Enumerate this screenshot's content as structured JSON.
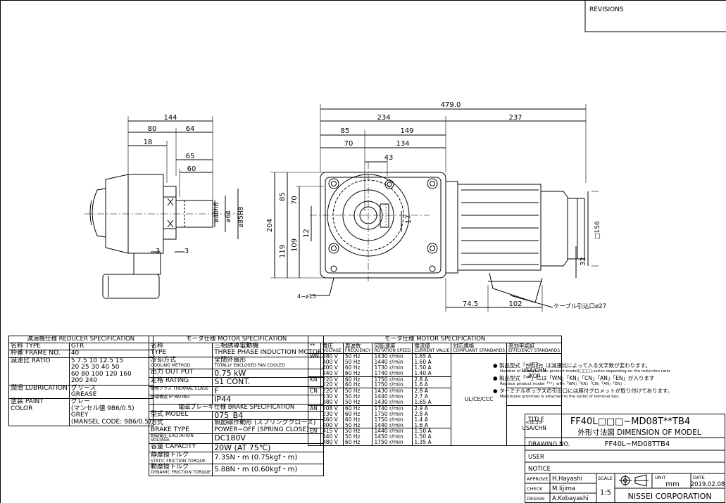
{
  "revisions": {
    "label": "REVISIONS"
  },
  "dims": {
    "overall": "479.0",
    "d234": "234",
    "d237": "237",
    "d85": "85",
    "d149": "149",
    "d70": "70",
    "d134": "134",
    "d43": "43",
    "d144": "144",
    "d80": "80",
    "d64": "64",
    "d18": "18",
    "d65": "65",
    "d60": "60",
    "d40h6": "ø40h6",
    "d64dia": "ø64",
    "d85h8": "ø85H8",
    "d3a": "3",
    "d3b": "3",
    "d204": "204",
    "d85v": "85",
    "d70v": "70",
    "d119": "119",
    "d109": "109",
    "d12": "12",
    "d17": "17",
    "d156": "□156",
    "d32": "32",
    "d74_5": "74.5",
    "d102": "102",
    "holes": "4−ø15",
    "cable": "ケーブル引込口ø27"
  },
  "reducer": {
    "title": "減速機仕様 REDUCER SPECIFICATION",
    "rows": [
      {
        "label": "名称 TYPE",
        "value": [
          "GTR"
        ]
      },
      {
        "label": "枠番 FRAME NO.",
        "value": [
          "40"
        ]
      },
      {
        "label": "減速比 RATIO",
        "value": [
          "5 7.5 10 12.5 15",
          "20 25 30 40 50",
          "60 80 100 120 160",
          "200 240"
        ]
      },
      {
        "label": "潤滑 LUBRICATION",
        "value": [
          "グリース",
          "GREASE"
        ]
      },
      {
        "label": "塗装 PAINT COLOR",
        "value": [
          "グレー",
          "(マンセル値 9B6/0.5)",
          "GREY",
          "(MANSEL CODE: 9B6/0.5)"
        ]
      }
    ]
  },
  "motor": {
    "title": "モータ仕様 MOTOR SPECIFICATION",
    "rows": [
      {
        "label": [
          "名称",
          "TYPE"
        ],
        "value": [
          "三相誘導電動機",
          "THREE PHASE INDUCTION MOTOR"
        ]
      },
      {
        "label": [
          "冷却方式",
          "COOLING METHOD"
        ],
        "value": [
          "全閉外扇形",
          "TOTALLY ENCLOSED FAN COOLED"
        ]
      },
      {
        "label": [
          "出力 OUT PUT"
        ],
        "value": [
          "0.75 kW"
        ]
      },
      {
        "label": [
          "定格 RATING"
        ],
        "value": [
          "S1 CONT."
        ]
      },
      {
        "label": [
          "耐熱クラス THERMAL CLASS"
        ],
        "value": [
          "F"
        ]
      },
      {
        "label": [
          "保護構造 IP RATING"
        ],
        "value": [
          "IP44"
        ]
      }
    ]
  },
  "brake": {
    "title": "電磁ブレーキ仕様 BRAKE SPECIFICATION",
    "rows": [
      {
        "label": [
          "型式 MODEL"
        ],
        "value": [
          "075_B4"
        ]
      },
      {
        "label": [
          "方式",
          "BRAKE TYPE"
        ],
        "value": [
          "無励磁作動形 (スプリングクローズ)",
          "POWER−OFF (SPRING CLOSE)"
        ]
      },
      {
        "label": [
          "励磁電圧 EXCITATION VOLTAGE"
        ],
        "value": [
          "DC180V"
        ]
      },
      {
        "label": [
          "容量 CAPACITY"
        ],
        "value": [
          "20W (AT 75℃)"
        ]
      },
      {
        "label": [
          "静摩擦トルク",
          "STATIC FRICTION TORQUE"
        ],
        "value": [
          "7.35N・m (0.75kgf・m)"
        ]
      },
      {
        "label": [
          "動摩擦トルク",
          "DYNAMIC FRICTION TORQUE"
        ],
        "value": [
          "5.88N・m (0.60kgf・m)"
        ]
      }
    ]
  },
  "motor2": {
    "title": "モータ仕様 MOTOR SPECIFICATION",
    "headers": [
      [
        "**"
      ],
      [
        "電圧",
        "VOLTAGE"
      ],
      [
        "周波数",
        "FREQUENCY"
      ],
      [
        "回転速度",
        "ROTATION SPEED"
      ],
      [
        "電流値",
        "CURRENT VALUE"
      ],
      [
        "対応規格",
        "COMPLIANT STANDARDS"
      ],
      [
        "高効率認証",
        "EFFICIENCY STANDARDS"
      ]
    ],
    "groups": [
      {
        "code": "WN",
        "voltage": [
          "380 V",
          "400 V",
          "400 V",
          "440 V"
        ],
        "freq": [
          "50 Hz",
          "50 Hz",
          "60 Hz",
          "60 Hz"
        ],
        "speed": [
          "1430 r/min",
          "1440 r/min",
          "1730 r/min",
          "1740 r/min"
        ],
        "current": [
          "1.65 A",
          "1.60 A",
          "1.50 A",
          "1.40 A"
        ]
      },
      {
        "code": "KN",
        "voltage": [
          "220 V",
          "220 V"
        ],
        "freq": [
          "60 Hz",
          "60 Hz"
        ],
        "speed": [
          "1750 r/min",
          "1750 r/min"
        ],
        "current": [
          "2.8 A",
          "1.6 A"
        ]
      },
      {
        "code": "CN",
        "voltage": [
          "220 V",
          "230 V",
          "380 V"
        ],
        "freq": [
          "50 Hz",
          "50 Hz",
          "50 Hz"
        ],
        "speed": [
          "1430 r/min",
          "1440 r/min",
          "1430 r/min"
        ],
        "current": [
          "2.8 A",
          "2.7 A",
          "1.65 A"
        ]
      },
      {
        "code": "AN",
        "voltage": [
          "208 V",
          "230 V",
          "460 V",
          "400 V"
        ],
        "freq": [
          "60 Hz",
          "60 Hz",
          "60 Hz",
          "50 Hz"
        ],
        "speed": [
          "1740 r/min",
          "1750 r/min",
          "1750 r/min",
          "1440 r/min"
        ],
        "current": [
          "2.9 A",
          "2.8 A",
          "1.4 A",
          "1.6 A"
        ]
      },
      {
        "code": "EN",
        "voltage": [
          "415 V",
          "440 V",
          "480 V"
        ],
        "freq": [
          "50 Hz",
          "50 Hz",
          "60 Hz"
        ],
        "speed": [
          "1440 r/min",
          "1450 r/min",
          "1750 r/min"
        ],
        "current": [
          "1.50 A",
          "1.50 A",
          "1.35 A"
        ]
      }
    ],
    "compliant": "UL/CE/CCC",
    "eff1": [
      "<IE3>",
      "USA/CHN",
      "/KOR"
    ],
    "eff2": [
      "<IE3>",
      "USA/CHN"
    ]
  },
  "notes": [
    {
      "jp": "製品型式「□□□」は減速比によって入る文字数が変わります。",
      "en": "Number of characters on product model(□□□),varies depending on the reduction ratio."
    },
    {
      "jp": "製品型式「**」には「WN」「KN」「CN」「AN」「EN」が入ります",
      "en": "Replace product model「**」with「WN」「KN」「CN」「AN」「EN」."
    },
    {
      "jp": "ターミナルボックスの引出口には膜付グロメットが取り付けてあります。",
      "en": "Membrane grommet is attached to the outlet of terminal box."
    }
  ],
  "titleblock": {
    "title_label": "TITLE",
    "model": "FF40L□□□−MD08T**TB4",
    "subtitle": "外形寸法図 DIMENSION OF MODEL",
    "drawing_label": "DRAWING NO.",
    "drawing_no": "FF40L−MD08TTB4",
    "user_label": "USER",
    "notice_label": "NOTICE",
    "approve_label": "APPROVE",
    "approve": "H.Hayashi",
    "check_label": "CHECK",
    "check": "M.Iijima",
    "design_label": "DESIGN",
    "design": "A.Kobayashi",
    "scale_label": "SCALE",
    "scale": "1:5",
    "unit_label": "UNIT",
    "unit": "mm",
    "date_label": "DATE",
    "date": "2019.02.08",
    "company": "NISSEI CORPORATION"
  }
}
